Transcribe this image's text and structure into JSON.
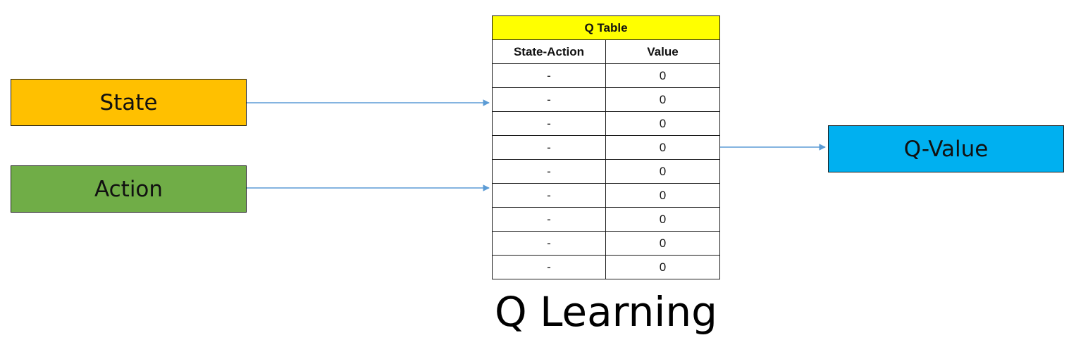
{
  "inputs": {
    "state": {
      "label": "State",
      "color": "#FFC000"
    },
    "action": {
      "label": "Action",
      "color": "#70AD47"
    }
  },
  "output": {
    "label": "Q-Value",
    "color": "#00B0F0"
  },
  "table": {
    "title": "Q Table",
    "title_color": "#FFFF00",
    "headers": [
      "State-Action",
      "Value"
    ],
    "rows": [
      [
        "-",
        "0"
      ],
      [
        "-",
        "0"
      ],
      [
        "-",
        "0"
      ],
      [
        "-",
        "0"
      ],
      [
        "-",
        "0"
      ],
      [
        "-",
        "0"
      ],
      [
        "-",
        "0"
      ],
      [
        "-",
        "0"
      ],
      [
        "-",
        "0"
      ]
    ]
  },
  "arrow_color": "#5B9BD5",
  "title": "Q Learning"
}
